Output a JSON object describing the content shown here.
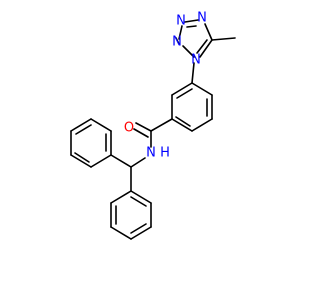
{
  "molecule": {
    "atom_labels": {
      "tetrazole_n1": "N",
      "tetrazole_n2": "N",
      "tetrazole_n3": "N",
      "tetrazole_n4": "N",
      "carbonyl_o": "O",
      "amide_n": "N",
      "amide_h": "H"
    },
    "colors": {
      "bond": "#000000",
      "nitrogen": "#0000ff",
      "oxygen": "#ff0000",
      "background": "#ffffff"
    }
  }
}
